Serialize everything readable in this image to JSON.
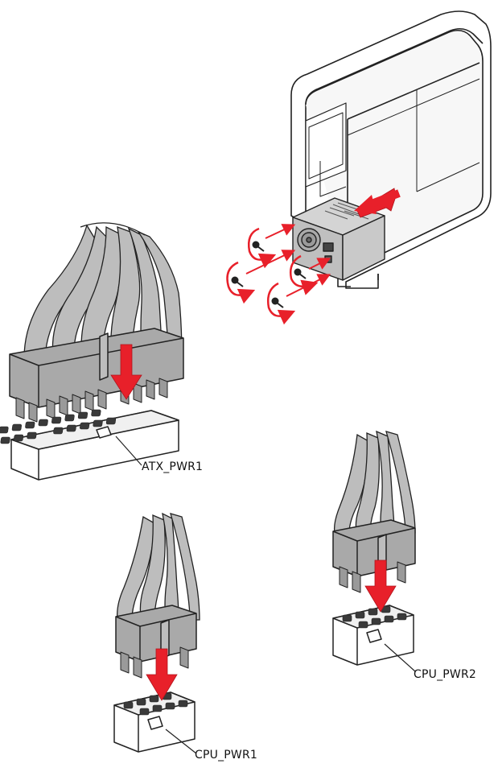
{
  "labels": {
    "atx": "ATX_PWR1",
    "cpu_pwr2": "CPU_PWR2",
    "cpu_pwr1": "CPU_PWR1"
  },
  "colors": {
    "arrow_red": "#e8202a",
    "cable_grey": "#b9b9b9",
    "connector_grey": "#a6a6a6",
    "socket_white": "#ffffff",
    "pin_dark": "#3a3a3a",
    "outline": "#222222",
    "psu_grey": "#c8c8c8"
  },
  "icons": {
    "insert_arrow": "arrow-down-icon",
    "slide_arrow": "arrow-left-icon",
    "screw": "screw-icon",
    "rotate": "rotate-arrow-icon"
  }
}
